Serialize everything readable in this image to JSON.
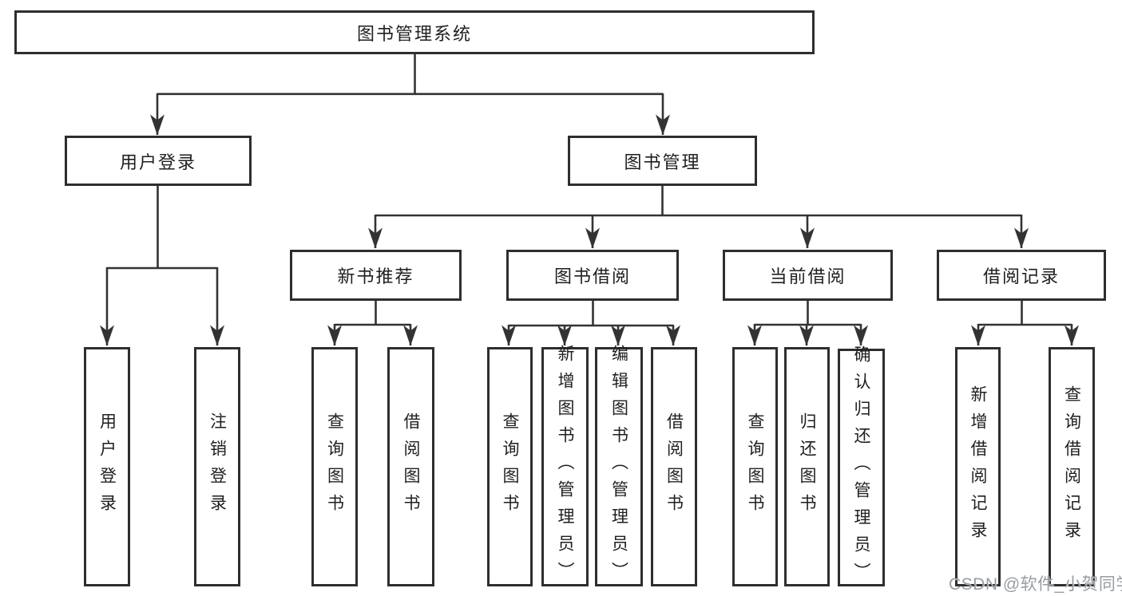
{
  "diagram": {
    "root": {
      "label": "图书管理系统"
    },
    "branches": [
      {
        "label": "用户登录",
        "children": [
          {
            "label": "用户登录"
          },
          {
            "label": "注销登录"
          }
        ]
      },
      {
        "label": "图书管理",
        "groups": [
          {
            "label": "新书推荐",
            "children": [
              {
                "label": "查询图书"
              },
              {
                "label": "借阅图书"
              }
            ]
          },
          {
            "label": "图书借阅",
            "children": [
              {
                "label": "查询图书"
              },
              {
                "label": "新增图书（管理员）"
              },
              {
                "label": "编辑图书（管理员）"
              },
              {
                "label": "借阅图书"
              }
            ]
          },
          {
            "label": "当前借阅",
            "children": [
              {
                "label": "查询图书"
              },
              {
                "label": "归还图书"
              },
              {
                "label": "确认归还（管理员）"
              }
            ]
          },
          {
            "label": "借阅记录",
            "children": [
              {
                "label": "新增借阅记录"
              },
              {
                "label": "查询借阅记录"
              }
            ]
          }
        ]
      }
    ]
  },
  "watermark": {
    "text": "CSDN @软件_小贺同学"
  },
  "colors": {
    "background": "#ffffff",
    "box_fill": "#ffffff",
    "box_border": "#2e2e2e",
    "connector": "#333333",
    "text": "#1f1f1f",
    "watermark": "#989da3"
  }
}
